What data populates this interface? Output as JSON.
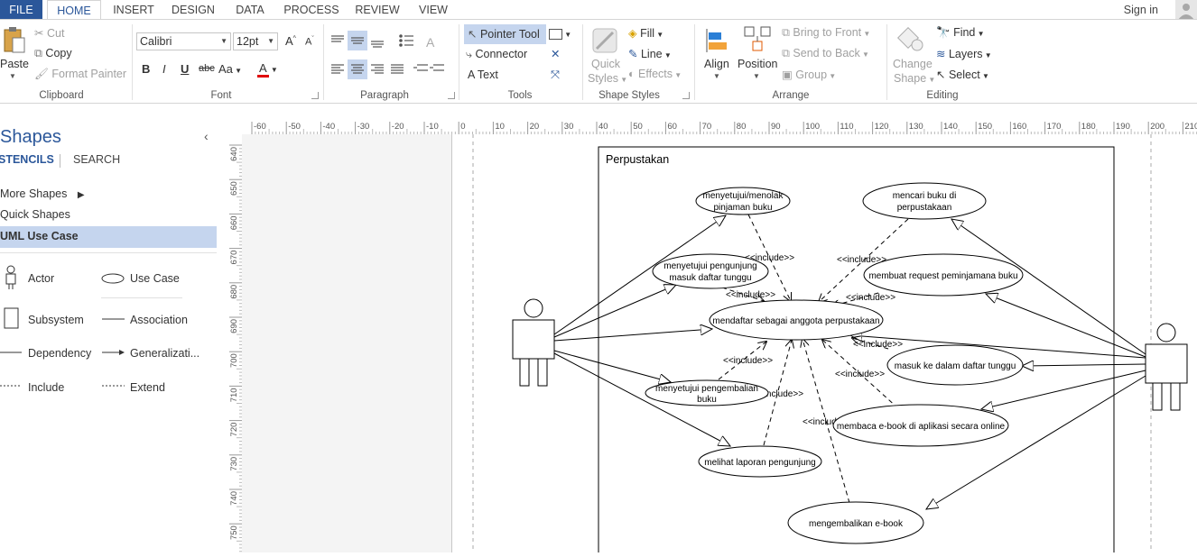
{
  "tabs": {
    "file": "FILE",
    "home": "HOME",
    "insert": "INSERT",
    "design": "DESIGN",
    "data": "DATA",
    "process": "PROCESS",
    "review": "REVIEW",
    "view": "VIEW",
    "sign_in": "Sign in"
  },
  "clipboard": {
    "paste": "Paste",
    "cut": "Cut",
    "copy": "Copy",
    "format_painter": "Format Painter",
    "label": "Clipboard"
  },
  "font": {
    "family": "Calibri",
    "size": "12pt",
    "bold": "B",
    "italic": "I",
    "underline": "U",
    "strike": "abc",
    "case": "Aa",
    "color": "A",
    "grow": "A",
    "shrink": "A",
    "label": "Font",
    "font_color_hex": "#e00000"
  },
  "paragraph": {
    "label": "Paragraph"
  },
  "tools": {
    "pointer": "Pointer Tool",
    "connector": "Connector",
    "text": "Text",
    "text_icon": "A",
    "label": "Tools"
  },
  "shape_styles": {
    "quick_styles_1": "Quick",
    "quick_styles_2": "Styles",
    "fill": "Fill",
    "line": "Line",
    "effects": "Effects",
    "label": "Shape Styles"
  },
  "arrange": {
    "align": "Align",
    "position": "Position",
    "bring_to_front": "Bring to Front",
    "send_to_back": "Send to Back",
    "group": "Group",
    "label": "Arrange"
  },
  "editing": {
    "change_shape_1": "Change",
    "change_shape_2": "Shape",
    "find": "Find",
    "layers": "Layers",
    "select": "Select",
    "label": "Editing"
  },
  "shapes_panel": {
    "title": "Shapes",
    "tab_stencils": "STENCILS",
    "tab_search": "SEARCH",
    "more_shapes": "More Shapes",
    "quick_shapes": "Quick Shapes",
    "active_stencil": "UML Use Case",
    "items": [
      "Actor",
      "Use Case",
      "Subsystem",
      "Association",
      "Dependency",
      "Generalizati...",
      "Include",
      "Extend"
    ]
  },
  "rulers": {
    "h_ticks": [
      "-60",
      "-50",
      "-40",
      "-30",
      "-20",
      "-10",
      "0",
      "10",
      "20",
      "30",
      "40",
      "50",
      "60",
      "70",
      "80",
      "90",
      "100",
      "110",
      "120",
      "130",
      "140",
      "150",
      "160",
      "170",
      "180",
      "190",
      "200",
      "210"
    ],
    "v_ticks": [
      "640",
      "650",
      "660",
      "670",
      "680",
      "690",
      "700",
      "710",
      "720",
      "730",
      "740",
      "750"
    ]
  },
  "diagram": {
    "subsystem_title": "Perpustakan",
    "use_cases": [
      [
        "menyetujui/menolak",
        "pinjaman buku"
      ],
      [
        "mencari buku di",
        "perpustakaan"
      ],
      [
        "menyetujui pengunjung",
        "masuk daftar tunggu"
      ],
      [
        "membuat request peminjamana buku"
      ],
      [
        "mendaftar sebagai anggota perpustakaan"
      ],
      [
        "masuk ke dalam daftar tunggu"
      ],
      [
        "menyetujui pengembalian",
        "buku"
      ],
      [
        "membaca e-book di aplikasi secara online"
      ],
      [
        "melihat laporan pengunjung"
      ],
      [
        "mengembalikan e-book"
      ]
    ],
    "include_label": "<<include>>"
  },
  "colors": {
    "accent": "#2b579a",
    "selection": "#c5d5ee"
  }
}
